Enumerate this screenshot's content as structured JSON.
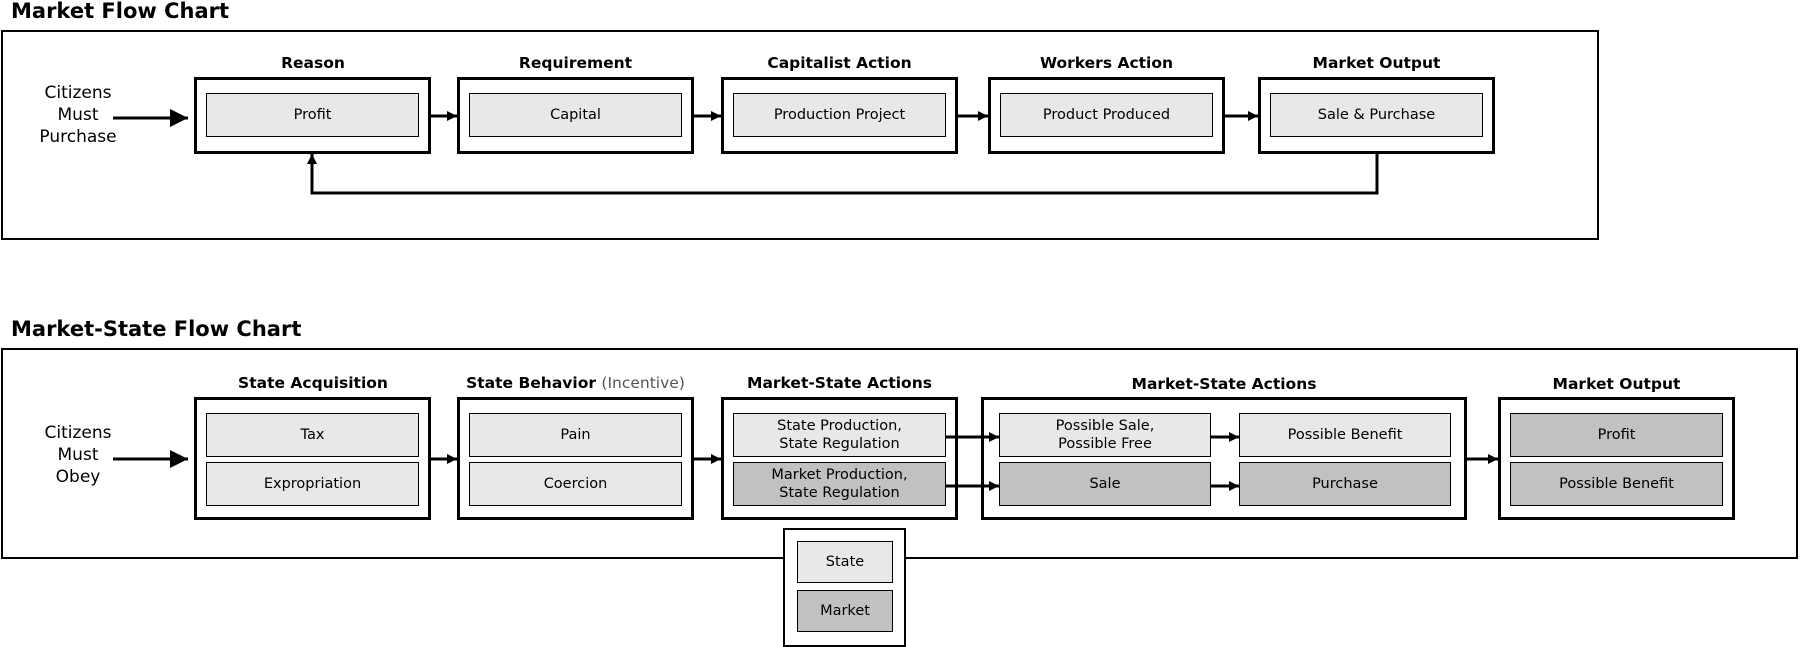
{
  "market_chart": {
    "title": "Market Flow Chart",
    "lead_text": "Citizens\nMust\nPurchase",
    "stages": [
      {
        "header": "Reason",
        "boxes": [
          "Profit"
        ]
      },
      {
        "header": "Requirement",
        "boxes": [
          "Capital"
        ]
      },
      {
        "header": "Capitalist Action",
        "boxes": [
          "Production Project"
        ]
      },
      {
        "header": "Workers Action",
        "boxes": [
          "Product Produced"
        ]
      },
      {
        "header": "Market Output",
        "boxes": [
          "Sale & Purchase"
        ]
      }
    ]
  },
  "market_state_chart": {
    "title": "Market-State Flow Chart",
    "lead_text": "Citizens\nMust\nObey",
    "stages": [
      {
        "header": "State Acquisition",
        "boxes": [
          "Tax",
          "Expropriation"
        ]
      },
      {
        "header": "State Behavior",
        "header_note": "(Incentive)",
        "boxes": [
          "Pain",
          "Coercion"
        ]
      },
      {
        "header": "Market-State Actions",
        "boxes": [
          "State Production,\nState Regulation",
          "Market Production,\nState Regulation"
        ]
      },
      {
        "header": "Market-State Actions",
        "boxes": [
          "Possible Sale,\nPossible Free",
          "Possible Benefit",
          "Sale",
          "Purchase"
        ]
      },
      {
        "header": "Market Output",
        "boxes": [
          "Profit",
          "Possible Benefit"
        ]
      }
    ]
  },
  "legend": {
    "items": [
      "State",
      "Market"
    ]
  },
  "colors": {
    "state_fill": "#e8e8e8",
    "market_fill": "#c1c1c1",
    "stroke": "#000000"
  }
}
